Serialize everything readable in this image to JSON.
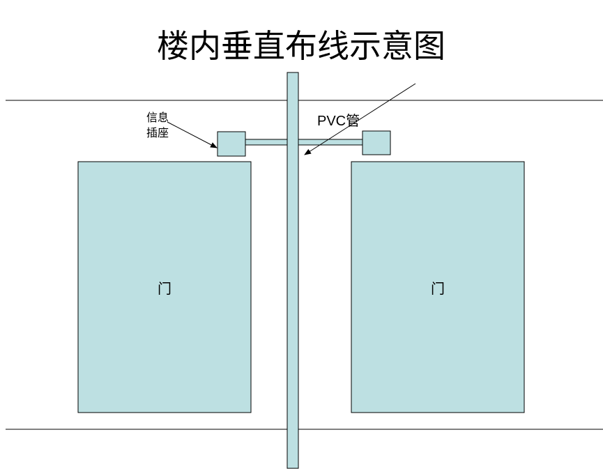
{
  "title": "楼内垂直布线示意图",
  "labels": {
    "outlet_line1": "信息",
    "outlet_line2": "插座",
    "pvc_pipe": "PVC管"
  },
  "doors": [
    {
      "label": "门"
    },
    {
      "label": "门"
    }
  ],
  "colors": {
    "fill": "#bde0e2",
    "stroke": "#000000",
    "background": "#ffffff"
  }
}
